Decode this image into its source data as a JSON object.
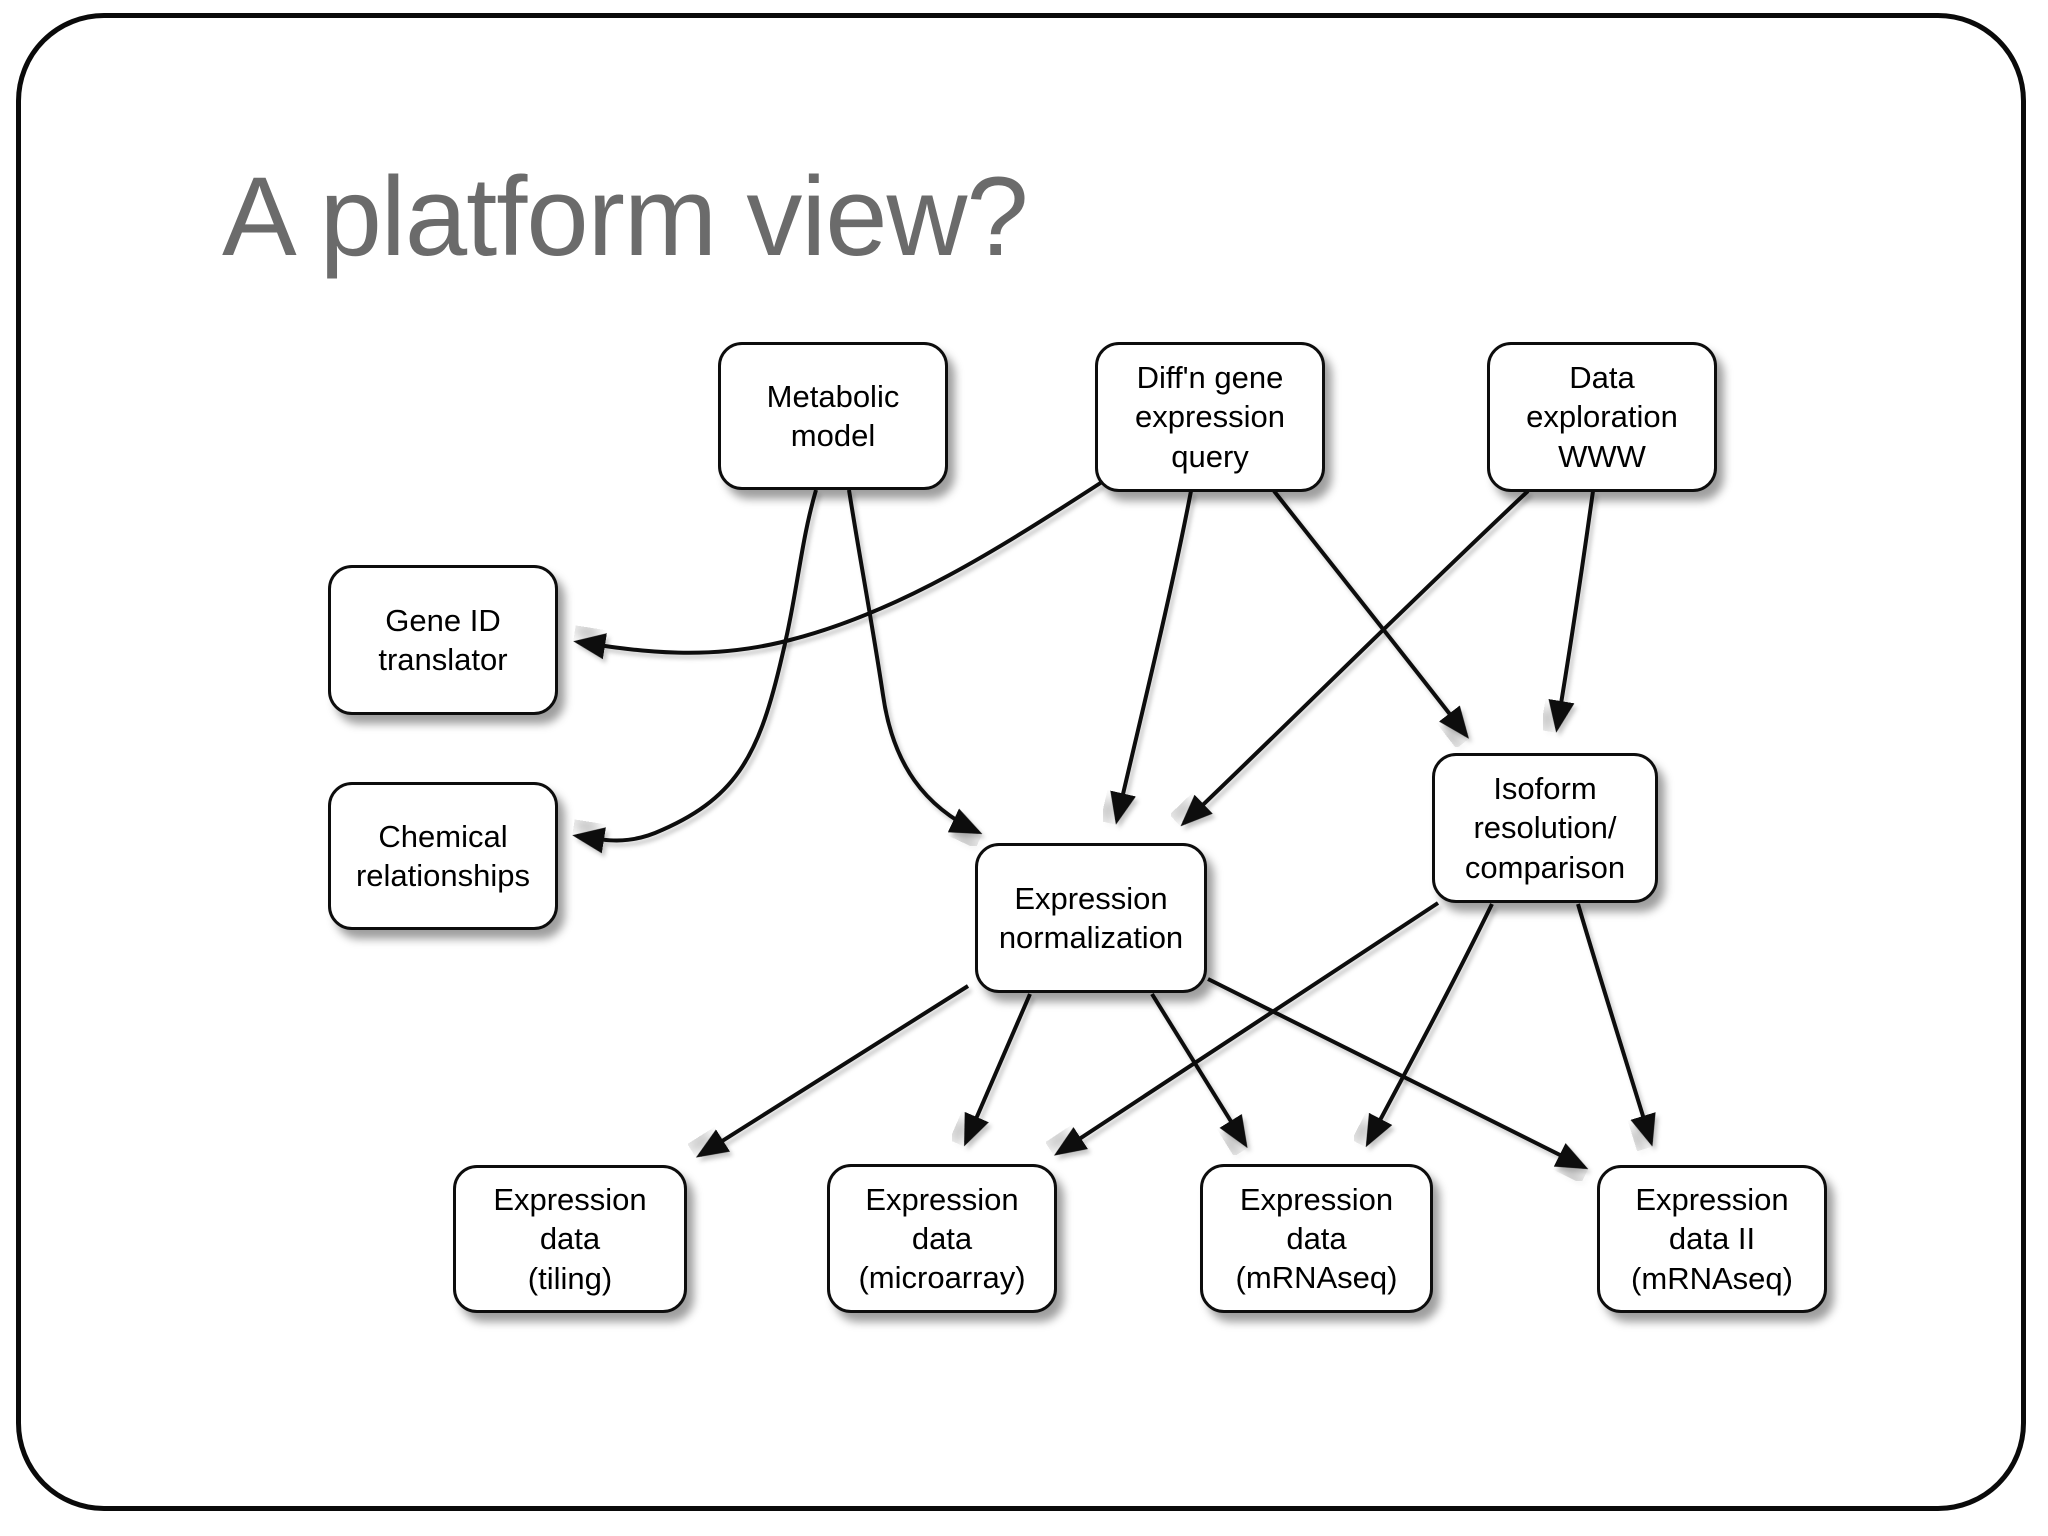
{
  "slide": {
    "title": "A platform view?",
    "title_color": "#6b6b6b",
    "background_color": "#ffffff",
    "border_color": "#0a0a0a"
  },
  "nodes": [
    {
      "id": "metabolic-model",
      "label": "Metabolic\nmodel"
    },
    {
      "id": "diffn-gene-expression-query",
      "label": "Diff'n gene\nexpression\nquery"
    },
    {
      "id": "data-exploration-www",
      "label": "Data\nexploration\nWWW"
    },
    {
      "id": "gene-id-translator",
      "label": "Gene ID\ntranslator"
    },
    {
      "id": "chemical-relationships",
      "label": "Chemical\nrelationships"
    },
    {
      "id": "isoform-resolution-comparison",
      "label": "Isoform\nresolution/\ncomparison"
    },
    {
      "id": "expression-normalization",
      "label": "Expression\nnormalization"
    },
    {
      "id": "expression-data-tiling",
      "label": "Expression\ndata\n(tiling)"
    },
    {
      "id": "expression-data-microarray",
      "label": "Expression\ndata\n(microarray)"
    },
    {
      "id": "expression-data-mrnaseq",
      "label": "Expression\ndata\n(mRNAseq)"
    },
    {
      "id": "expression-data-ii-mrnaseq",
      "label": "Expression\ndata II\n(mRNAseq)"
    }
  ],
  "edges": [
    {
      "from": "diffn-gene-expression-query",
      "to": "gene-id-translator"
    },
    {
      "from": "metabolic-model",
      "to": "chemical-relationships"
    },
    {
      "from": "metabolic-model",
      "to": "expression-normalization"
    },
    {
      "from": "diffn-gene-expression-query",
      "to": "expression-normalization"
    },
    {
      "from": "data-exploration-www",
      "to": "expression-normalization"
    },
    {
      "from": "diffn-gene-expression-query",
      "to": "isoform-resolution-comparison"
    },
    {
      "from": "data-exploration-www",
      "to": "isoform-resolution-comparison"
    },
    {
      "from": "expression-normalization",
      "to": "expression-data-tiling"
    },
    {
      "from": "expression-normalization",
      "to": "expression-data-microarray"
    },
    {
      "from": "expression-normalization",
      "to": "expression-data-mrnaseq"
    },
    {
      "from": "expression-normalization",
      "to": "expression-data-ii-mrnaseq"
    },
    {
      "from": "isoform-resolution-comparison",
      "to": "expression-data-microarray"
    },
    {
      "from": "isoform-resolution-comparison",
      "to": "expression-data-mrnaseq"
    },
    {
      "from": "isoform-resolution-comparison",
      "to": "expression-data-ii-mrnaseq"
    }
  ]
}
